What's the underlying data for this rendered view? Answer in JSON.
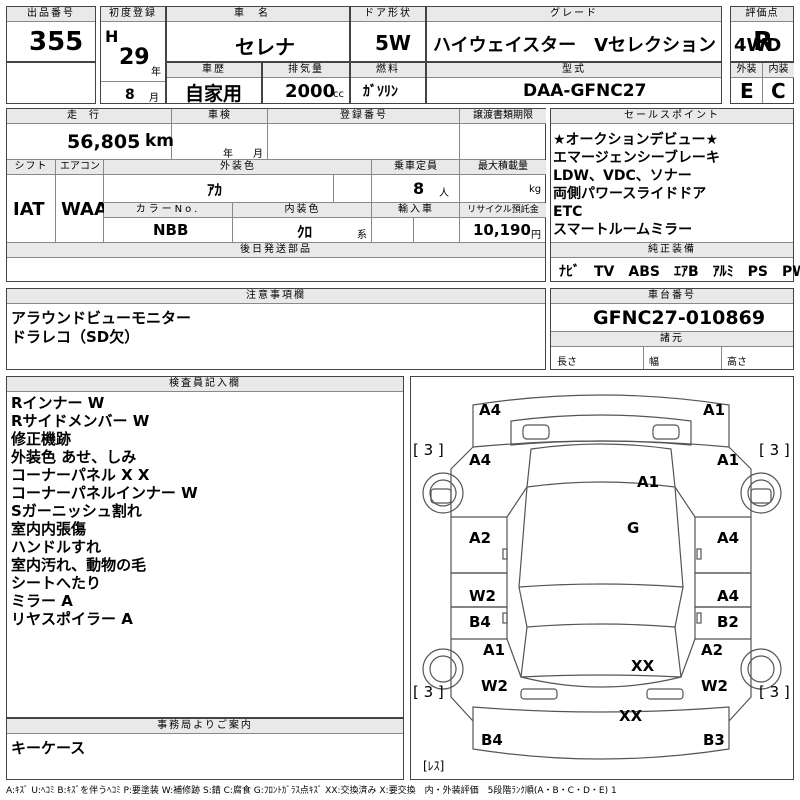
{
  "header": {
    "lot_no_label": "出品番号",
    "lot_no": "355",
    "first_reg_label": "初度登録",
    "era": "H",
    "year": "29",
    "year_unit": "年",
    "month": "8",
    "month_unit": "月",
    "car_name_label": "車名",
    "car_name": "セレナ",
    "history_label": "車歴",
    "history": "自家用",
    "displacement_label": "排気量",
    "displacement": "2000",
    "displacement_unit": "cc",
    "door_label": "ドア形状",
    "door": "5W",
    "fuel_label": "燃料",
    "fuel": "ｶﾞｿﾘﾝ",
    "grade_label": "グレード",
    "grade": "ハイウェイスター　Vセレクション　4WD",
    "model_label": "型式",
    "model": "DAA-GFNC27",
    "score_label": "評価点",
    "score": "R",
    "ext_label": "外装",
    "int_label": "内装",
    "ext": "E",
    "int": "C"
  },
  "row2": {
    "mileage_label": "走行",
    "mileage": "56,805",
    "mileage_unit": "km",
    "inspection_label": "車検",
    "insp_year_unit": "年",
    "insp_month_unit": "月",
    "reg_no_label": "登録番号",
    "transfer_label": "譲渡書類期限",
    "shift_label": "シフト",
    "shift": "IAT",
    "ac_label": "エアコン",
    "ac": "WAA",
    "ext_color_label": "外装色",
    "ext_color": "ｱｶ",
    "capacity_label": "乗車定員",
    "capacity": "8",
    "capacity_unit": "人",
    "max_load_label": "最大積載量",
    "max_load_unit": "kg",
    "color_no_label": "カラーNo.",
    "color_no": "NBB",
    "int_color_label": "内装色",
    "int_color": "ｸﾛ",
    "int_color_unit": "系",
    "import_label": "輸入車",
    "recycle_label": "リサイクル預託金",
    "recycle": "10,190",
    "recycle_unit": "円",
    "later_parts_label": "後日発送部品"
  },
  "sales": {
    "label": "セールスポイント",
    "items": [
      "★オークションデビュー★",
      "エマージェンシーブレーキ",
      "LDW、VDC、ソナー",
      "両側パワースライドドア",
      "ETC",
      "スマートルームミラー"
    ],
    "equip_label": "純正装備",
    "equip": "ﾅﾋﾞ　TV　ABS　ｴｱB　ｱﾙﾐ　PS　PW"
  },
  "notes": {
    "label": "注意事項欄",
    "lines": [
      "アラウンドビューモニター",
      "ドラレコ（SD欠）"
    ]
  },
  "chassis": {
    "label": "車台番号",
    "number": "GFNC27-010869",
    "spec_label": "諸元",
    "length_label": "長さ",
    "width_label": "幅",
    "height_label": "高さ"
  },
  "inspector": {
    "label": "検査員記入欄",
    "lines": [
      "Rインナー W",
      "Rサイドメンバー W",
      "修正機跡",
      "外装色 あせ、しみ",
      "コーナーパネル X X",
      "コーナーパネルインナー W",
      "Sガーニッシュ割れ",
      "室内内張傷",
      "ハンドルすれ",
      "室内汚れ、動物の毛",
      "シートへたり",
      "ミラー A",
      "リヤスポイラー A"
    ]
  },
  "office": {
    "label": "事務局よりご案内",
    "text": "キーケース"
  },
  "diagram": {
    "a4_tl": "A4",
    "a1_tr": "A1",
    "three_l": "[ 3 ]",
    "three_r": "[ 3 ]",
    "a4_l": "A4",
    "a1_r": "A1",
    "a1_c": "A1",
    "g_c": "G",
    "a2_l": "A2",
    "a4_r": "A4",
    "w2_l": "W2",
    "a4_r2": "A4",
    "b4_l": "B4",
    "b2_r": "B2",
    "a1_l2": "A1",
    "a2_r2": "A2",
    "xx_c": "XX",
    "w2_l2": "W2",
    "w2_r2": "W2",
    "three_bl": "[ 3 ]",
    "three_br": "[ 3 ]",
    "xx_b": "XX",
    "b4_bl": "B4",
    "b3_br": "B3",
    "res": "[ﾚｽ]"
  },
  "legend": "A:ｷｽﾞ U:ﾍｺﾐ B:ｷｽﾞを伴うﾍｺﾐ P:要塗装 W:補修跡 S:錆 C:腐食 G:ﾌﾛﾝﾄｶﾞﾗｽ点ｷｽﾞ XX:交換済み X:要交換　内・外装評価　5段階ﾗﾝｸ順(A・B・C・D・E) 1"
}
